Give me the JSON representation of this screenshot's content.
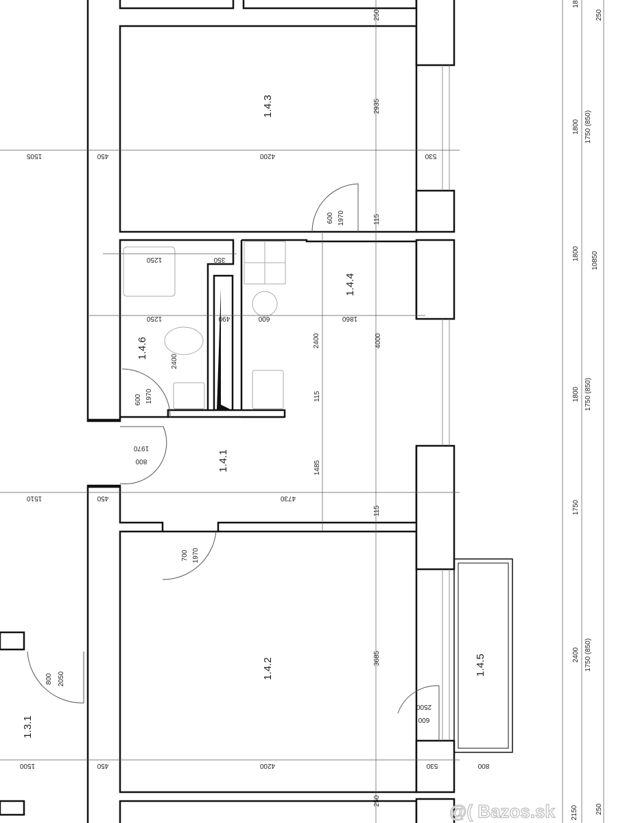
{
  "rooms": {
    "r143": "1.4.3",
    "r144": "1.4.4",
    "r146": "1.4.6",
    "r141": "1.4.1",
    "r142": "1.4.2",
    "r145": "1.4.5",
    "r131": "1.3.1"
  },
  "dimensions": [
    "250",
    "2935",
    "1505",
    "450",
    "4200",
    "530",
    "600",
    "1970",
    "115",
    "1250",
    "350",
    "1250",
    "490",
    "600",
    "1860",
    "2400",
    "4000",
    "2400",
    "600",
    "1970",
    "115",
    "1970",
    "800",
    "1485",
    "1510",
    "450",
    "4730",
    "115",
    "700",
    "1970",
    "800",
    "2050",
    "3685",
    "2500",
    "600",
    "1500",
    "450",
    "4200",
    "530",
    "800",
    "250"
  ],
  "right_dimensions": [
    "18",
    "250",
    "1800",
    "1750 (850)",
    "1800",
    "10850",
    "1800",
    "1750 (850)",
    "1750",
    "2400",
    "1750 (850)",
    "2150",
    "250"
  ],
  "watermark": "@( Bazos.sk"
}
